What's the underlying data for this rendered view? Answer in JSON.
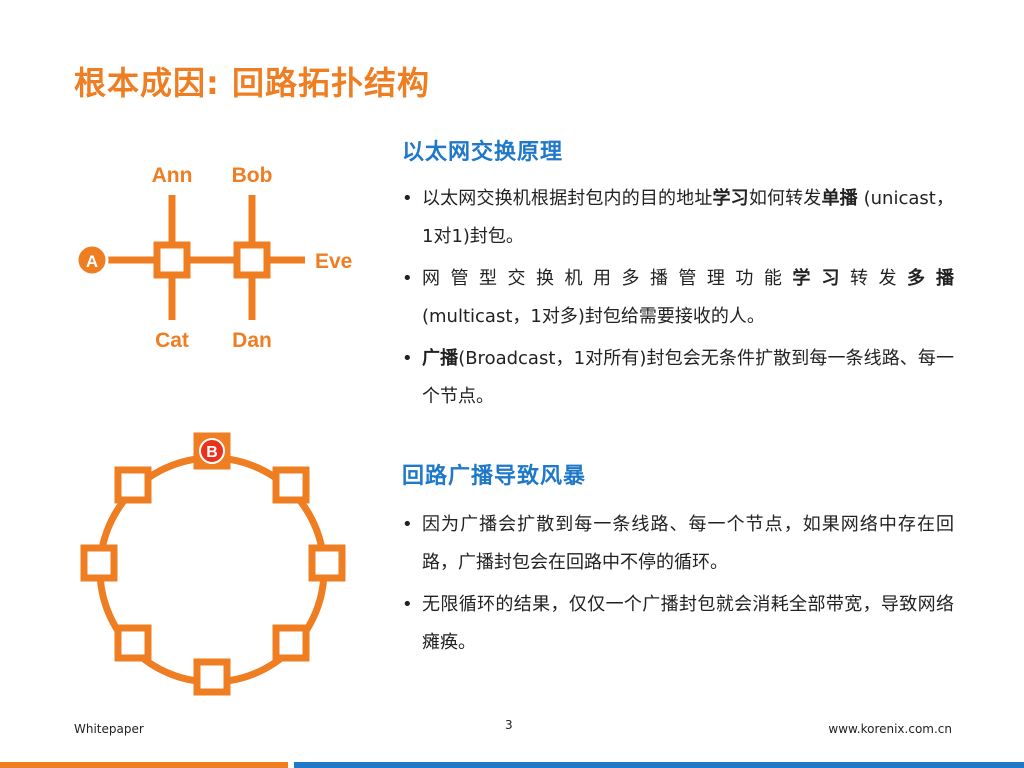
{
  "title": "根本成因: 回路拓扑结构",
  "diagram": {
    "node_labels": {
      "ann": "Ann",
      "bob": "Bob",
      "eve": "Eve",
      "cat": "Cat",
      "dan": "Dan"
    },
    "badge_a": "A",
    "badge_b": "B",
    "accent_color": "#ef7d22",
    "badge_color": "#e8321e"
  },
  "section1": {
    "heading": "以太网交换原理",
    "bullets": [
      {
        "parts": [
          {
            "t": "以太网交换机根据封包内的目的地址"
          },
          {
            "t": "学习",
            "b": true
          },
          {
            "t": "如何转发"
          },
          {
            "t": "单播",
            "b": true
          },
          {
            "t": " (unicast， 1对1)封包。"
          }
        ]
      },
      {
        "parts": [
          {
            "t": "网 管 型 交 换 机 用 多 播 管 理 功 能 "
          },
          {
            "t": "学 习",
            "b": true
          },
          {
            "t": " 转 发 "
          },
          {
            "t": "多 播",
            "b": true
          },
          {
            "t": " (multicast，1对多)封包给需要接收的人。"
          }
        ]
      },
      {
        "parts": [
          {
            "t": "广播",
            "b": true
          },
          {
            "t": "(Broadcast，1对所有)封包会无条件扩散到每一条线路、每一个节点。"
          }
        ]
      }
    ]
  },
  "section2": {
    "heading": "回路广播导致风暴",
    "bullets": [
      {
        "parts": [
          {
            "t": "因为广播会扩散到每一条线路、每一个节点，如果网络中存在回路，广播封包会在回路中不停的循环。"
          }
        ]
      },
      {
        "parts": [
          {
            "t": "无限循环的结果，仅仅一个广播封包就会消耗全部带宽，导致网络瘫痪。"
          }
        ]
      }
    ]
  },
  "footer": {
    "left": "Whitepaper",
    "page_number": "3",
    "right": "www.korenix.com.cn"
  },
  "colors": {
    "orange": "#ef7d22",
    "blue": "#1f78c8"
  }
}
